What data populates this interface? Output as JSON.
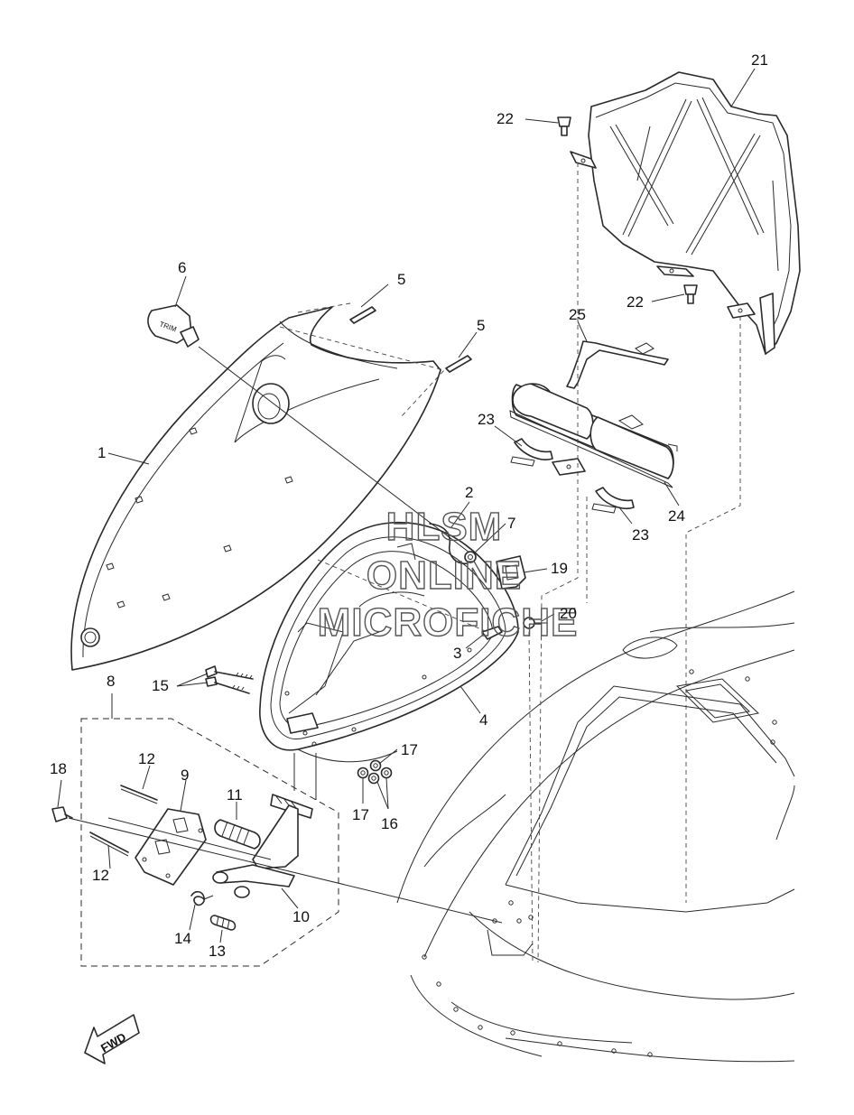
{
  "watermark": {
    "line1": "HLSM",
    "line2": "ONLINE",
    "line3": "MICROFICHE"
  },
  "direction_badge": {
    "label": "FWD"
  },
  "switch_label": "TRIM",
  "callouts": [
    {
      "id": "c1",
      "label": "1"
    },
    {
      "id": "c2",
      "label": "2"
    },
    {
      "id": "c3",
      "label": "3"
    },
    {
      "id": "c4",
      "label": "4"
    },
    {
      "id": "c5a",
      "label": "5"
    },
    {
      "id": "c5b",
      "label": "5"
    },
    {
      "id": "c6",
      "label": "6"
    },
    {
      "id": "c7",
      "label": "7"
    },
    {
      "id": "c8",
      "label": "8"
    },
    {
      "id": "c9",
      "label": "9"
    },
    {
      "id": "c10",
      "label": "10"
    },
    {
      "id": "c11",
      "label": "11"
    },
    {
      "id": "c12a",
      "label": "12"
    },
    {
      "id": "c12b",
      "label": "12"
    },
    {
      "id": "c13",
      "label": "13"
    },
    {
      "id": "c14",
      "label": "14"
    },
    {
      "id": "c15",
      "label": "15"
    },
    {
      "id": "c16",
      "label": "16"
    },
    {
      "id": "c17a",
      "label": "17"
    },
    {
      "id": "c17b",
      "label": "17"
    },
    {
      "id": "c18",
      "label": "18"
    },
    {
      "id": "c19",
      "label": "19"
    },
    {
      "id": "c20",
      "label": "20"
    },
    {
      "id": "c21",
      "label": "21"
    },
    {
      "id": "c22a",
      "label": "22"
    },
    {
      "id": "c22b",
      "label": "22"
    },
    {
      "id": "c23a",
      "label": "23"
    },
    {
      "id": "c23b",
      "label": "23"
    },
    {
      "id": "c24",
      "label": "24"
    },
    {
      "id": "c25",
      "label": "25"
    }
  ]
}
